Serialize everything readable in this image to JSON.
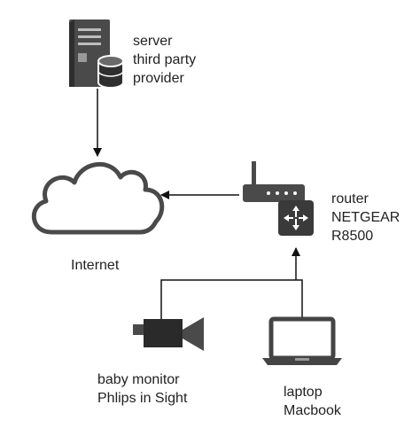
{
  "nodes": {
    "server": {
      "lines": [
        "server",
        "third party",
        "provider"
      ]
    },
    "internet": {
      "label": "Internet"
    },
    "router": {
      "lines": [
        "router",
        "NETGEAR",
        "R8500"
      ]
    },
    "baby_monitor": {
      "lines": [
        "baby monitor",
        "Phlips in Sight"
      ]
    },
    "laptop": {
      "lines": [
        "laptop",
        "Macbook"
      ]
    }
  },
  "colors": {
    "icon_dark": "#3a3a3a",
    "icon_mid": "#555555",
    "line": "#111111",
    "background": "#ffffff"
  }
}
